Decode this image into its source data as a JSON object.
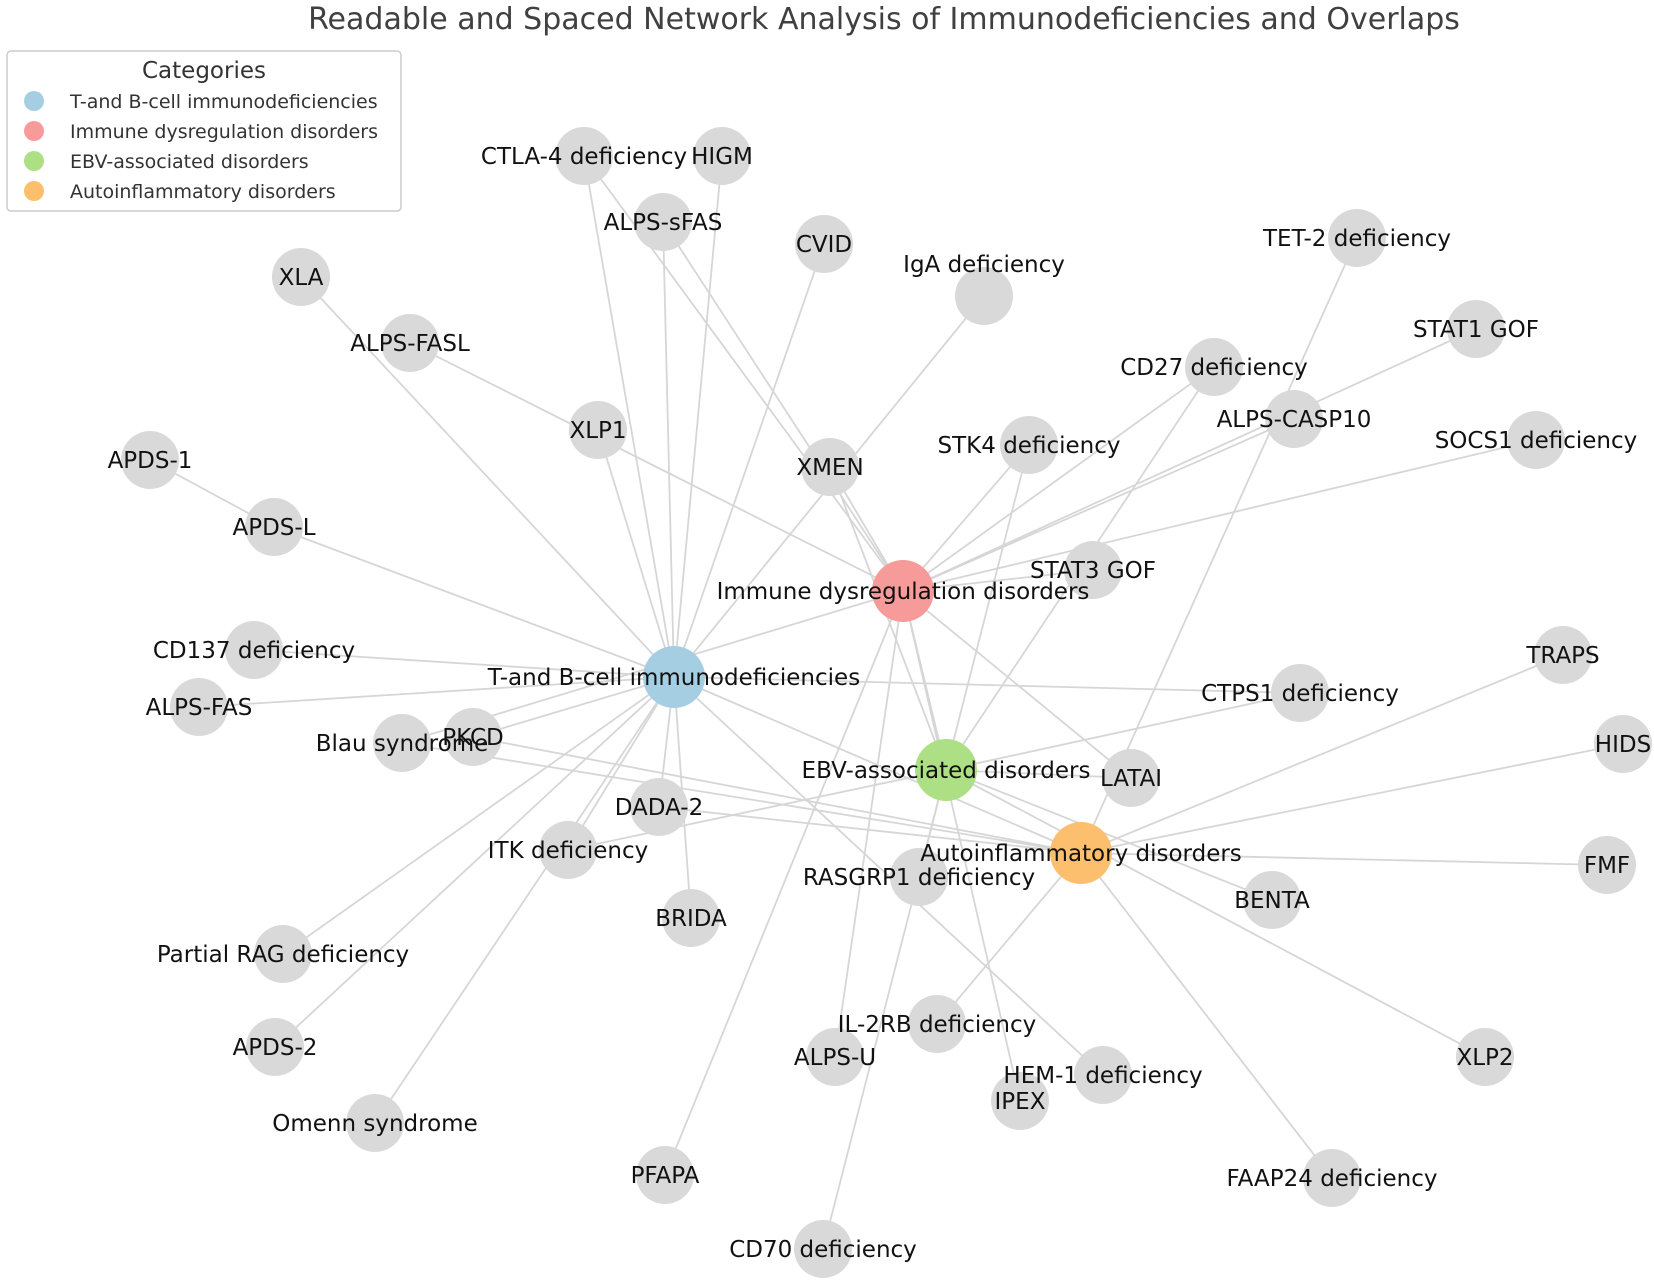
{
  "title": "Readable and Spaced Network Analysis of Immunodeficiencies and Overlaps",
  "legend": {
    "title": "Categories",
    "items": [
      {
        "label": "T-and B-cell immunodeficiencies",
        "color": "#a6cee3"
      },
      {
        "label": "Immune dysregulation disorders",
        "color": "#f79a9a"
      },
      {
        "label": "EBV-associated disorders",
        "color": "#addf84"
      },
      {
        "label": "Autoinflammatory disorders",
        "color": "#fcbf6e"
      }
    ]
  },
  "colors": {
    "edge": "#d6d6d6",
    "node": "#d9d9d9",
    "hub_tb": "#a6cee3",
    "hub_immune": "#f79a9a",
    "hub_ebv": "#addf84",
    "hub_auto": "#fcbf6e"
  },
  "hubs": {
    "tb": "T-and B-cell immunodeficiencies",
    "immune": "Immune dysregulation disorders",
    "ebv": "EBV-associated disorders",
    "auto": "Autoinflammatory disorders"
  },
  "nodes": {
    "ctla4": "CTLA-4 deficiency",
    "higm": "HIGM",
    "alps_sfas": "ALPS-sFAS",
    "cvid": "CVID",
    "iga": "IgA deficiency",
    "tet2": "TET-2 deficiency",
    "xla": "XLA",
    "alps_fasl": "ALPS-FASL",
    "stat1": "STAT1 GOF",
    "cd27": "CD27 deficiency",
    "alps_casp10": "ALPS-CASP10",
    "xlp1": "XLP1",
    "socs1": "SOCS1 deficiency",
    "stk4": "STK4 deficiency",
    "apds1": "APDS-1",
    "xmen": "XMEN",
    "apdsl": "APDS-L",
    "stat3": "STAT3 GOF",
    "cd137": "CD137 deficiency",
    "traps": "TRAPS",
    "alps_fas": "ALPS-FAS",
    "ctps1": "CTPS1 deficiency",
    "pkcd": "PKCD",
    "blau": "Blau syndrome",
    "hids": "HIDS",
    "latai": "LATAI",
    "dada2": "DADA-2",
    "itk": "ITK deficiency",
    "fmf": "FMF",
    "rasgrp1": "RASGRP1 deficiency",
    "benta": "BENTA",
    "brida": "BRIDA",
    "rag": "Partial RAG deficiency",
    "il2rb": "IL-2RB deficiency",
    "apds2": "APDS-2",
    "alps_u": "ALPS-U",
    "xlp2": "XLP2",
    "hem1": "HEM-1 deficiency",
    "ipex": "IPEX",
    "omenn": "Omenn syndrome",
    "pfapa": "PFAPA",
    "faap24": "FAAP24 deficiency",
    "cd70": "CD70 deficiency"
  },
  "edges": [
    [
      "tb",
      "xla"
    ],
    [
      "tb",
      "higm"
    ],
    [
      "tb",
      "cvid"
    ],
    [
      "tb",
      "iga"
    ],
    [
      "tb",
      "apdsl"
    ],
    [
      "tb",
      "alps_fas"
    ],
    [
      "tb",
      "pkcd"
    ],
    [
      "tb",
      "dada2"
    ],
    [
      "tb",
      "itk"
    ],
    [
      "tb",
      "brida"
    ],
    [
      "tb",
      "rag"
    ],
    [
      "tb",
      "apds2"
    ],
    [
      "tb",
      "omenn"
    ],
    [
      "tb",
      "hem1"
    ],
    [
      "tb",
      "alps_sfas"
    ],
    [
      "tb",
      "ctla4"
    ],
    [
      "tb",
      "ctps1"
    ],
    [
      "tb",
      "cd137"
    ],
    [
      "tb",
      "xlp1"
    ],
    [
      "tb",
      "auto"
    ],
    [
      "immune",
      "ctla4"
    ],
    [
      "immune",
      "alps_sfas"
    ],
    [
      "immune",
      "alps_fasl"
    ],
    [
      "immune",
      "xmen"
    ],
    [
      "immune",
      "cd27"
    ],
    [
      "immune",
      "stat1"
    ],
    [
      "immune",
      "alps_casp10"
    ],
    [
      "immune",
      "stk4"
    ],
    [
      "immune",
      "socs1"
    ],
    [
      "immune",
      "stat3"
    ],
    [
      "immune",
      "latai"
    ],
    [
      "immune",
      "ipex"
    ],
    [
      "immune",
      "alps_u"
    ],
    [
      "immune",
      "pfapa"
    ],
    [
      "immune",
      "blau"
    ],
    [
      "immune",
      "ebv"
    ],
    [
      "ebv",
      "xmen"
    ],
    [
      "ebv",
      "stk4"
    ],
    [
      "ebv",
      "cd27"
    ],
    [
      "ebv",
      "ctps1"
    ],
    [
      "ebv",
      "rasgrp1"
    ],
    [
      "ebv",
      "itk"
    ],
    [
      "ebv",
      "xlp2"
    ],
    [
      "ebv",
      "cd70"
    ],
    [
      "ebv",
      "benta"
    ],
    [
      "ebv",
      "latai"
    ],
    [
      "auto",
      "traps"
    ],
    [
      "auto",
      "hids"
    ],
    [
      "auto",
      "fmf"
    ],
    [
      "auto",
      "tet2"
    ],
    [
      "auto",
      "dada2"
    ],
    [
      "auto",
      "blau"
    ],
    [
      "auto",
      "il2rb"
    ],
    [
      "auto",
      "faap24"
    ],
    [
      "auto",
      "pkcd"
    ],
    [
      "apds1",
      "apdsl"
    ]
  ]
}
